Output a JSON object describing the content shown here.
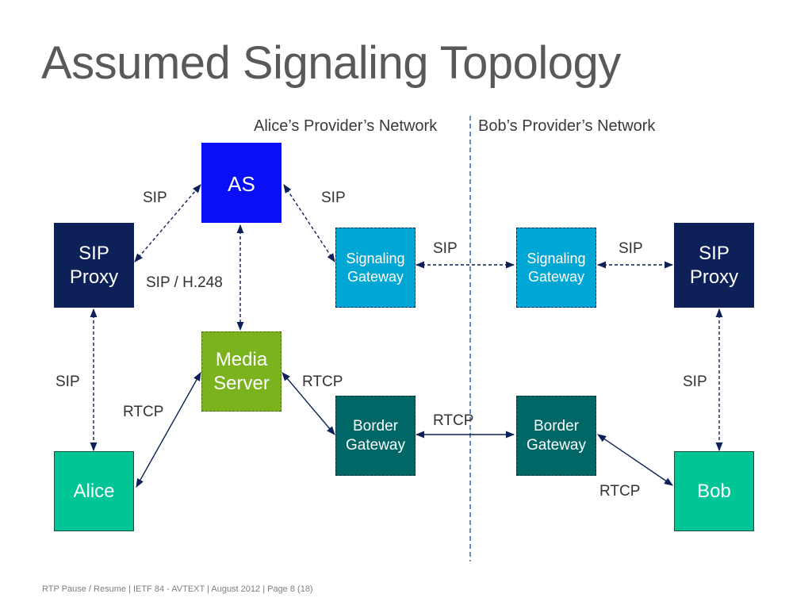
{
  "slide": {
    "title": "Assumed Signaling Topology",
    "footer": "RTP Pause / Resume  |  IETF 84 - AVTEXT  |  August 2012  |  Page 8 (18)"
  },
  "regions": {
    "left": "Alice’s Provider’s Network",
    "right": "Bob’s Provider’s Network"
  },
  "nodes": {
    "as": {
      "lines": [
        "AS"
      ],
      "color": "#0a10f5"
    },
    "sip_proxy_left": {
      "lines": [
        "SIP",
        "Proxy"
      ],
      "color": "#0d2158"
    },
    "sip_proxy_right": {
      "lines": [
        "SIP",
        "Proxy"
      ],
      "color": "#0d2158"
    },
    "sig_gw_left": {
      "lines": [
        "Signaling",
        "Gateway"
      ],
      "color": "#00a7d4"
    },
    "sig_gw_right": {
      "lines": [
        "Signaling",
        "Gateway"
      ],
      "color": "#00a7d4"
    },
    "media_server": {
      "lines": [
        "Media",
        "Server"
      ],
      "color": "#7bb31f"
    },
    "border_gw_left": {
      "lines": [
        "Border",
        "Gateway"
      ],
      "color": "#006666"
    },
    "border_gw_right": {
      "lines": [
        "Border",
        "Gateway"
      ],
      "color": "#006666"
    },
    "alice": {
      "lines": [
        "Alice"
      ],
      "color": "#00c596"
    },
    "bob": {
      "lines": [
        "Bob"
      ],
      "color": "#00c596"
    }
  },
  "labels": {
    "sip_proxy_as": "SIP",
    "as_sig_gw": "SIP",
    "as_media": "SIP / H.248",
    "sig_gw_link": "SIP",
    "sig_gw_proxy_right": "SIP",
    "proxy_alice": "SIP",
    "proxy_bob": "SIP",
    "alice_media": "RTCP",
    "media_border": "RTCP",
    "border_link": "RTCP",
    "border_bob": "RTCP"
  }
}
